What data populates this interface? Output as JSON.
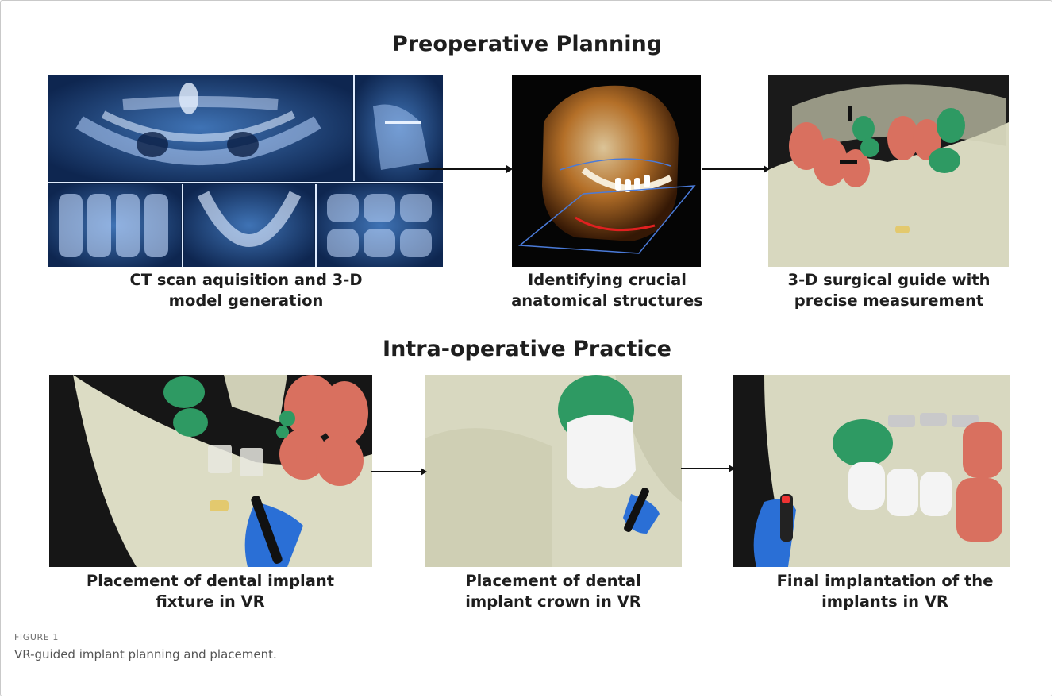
{
  "headings": {
    "preoperative": "Preoperative Planning",
    "intraoperative": "Intra-operative Practice"
  },
  "captions": {
    "ct_scan": [
      "CT scan aquisition and 3-D",
      "model generation"
    ],
    "identifying": [
      "Identifying crucial",
      "anatomical structures"
    ],
    "surgical_guide": [
      "3-D surgical guide with",
      "precise measurement"
    ],
    "fixture": [
      "Placement of dental implant",
      "fixture in VR"
    ],
    "crown": [
      "Placement of dental",
      "implant crown in VR"
    ],
    "final": [
      "Final implantation of the",
      "implants in VR"
    ]
  },
  "figure": {
    "label": "FIGURE 1",
    "caption": "VR-guided implant planning and placement."
  },
  "colors": {
    "xray_blue": "#1b3f7a",
    "bone": "#dcdcc4",
    "tooth_red": "#d9705f",
    "tooth_green": "#2e9a63",
    "glove_blue": "#2a6fd6"
  }
}
